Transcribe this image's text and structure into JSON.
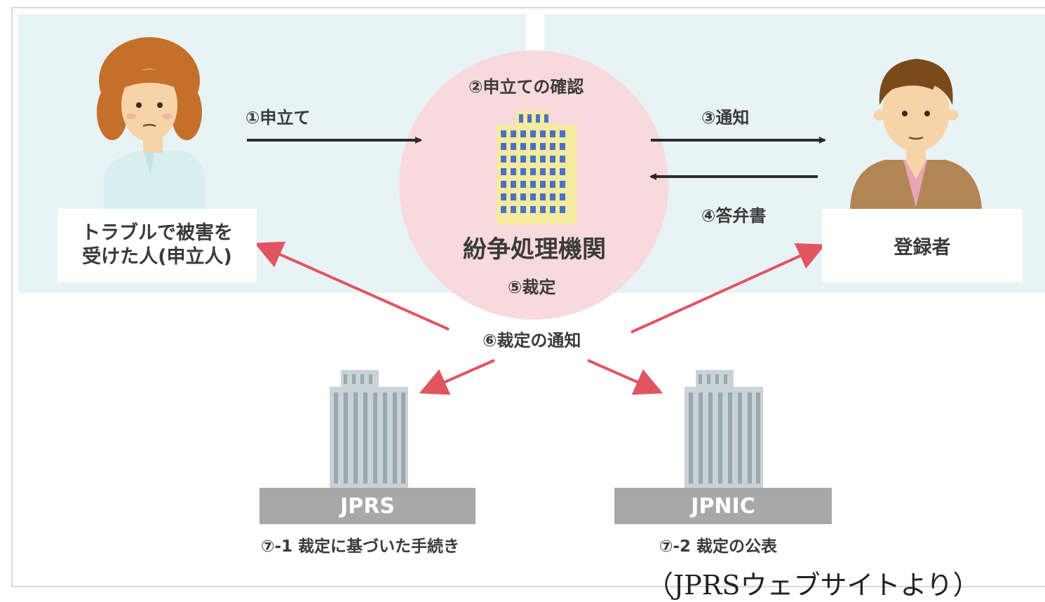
{
  "diagram": {
    "organization_label": "紛争処理機関",
    "steps": {
      "s1": "①申立て",
      "s2": "②申立ての確認",
      "s3": "③通知",
      "s4": "④答弁書",
      "s5": "⑤裁定",
      "s6": "⑥裁定の通知",
      "s7_1": "⑦-1 裁定に基づいた手続き",
      "s7_2": "⑦-2 裁定の公表"
    },
    "complainant": {
      "line1": "トラブルで被害を",
      "line2": "受けた人(申立人)"
    },
    "registrant": "登録者",
    "jprs": "JPRS",
    "jpnic": "JPNIC"
  },
  "caption": "（JPRSウェブサイトより）",
  "colors": {
    "panel": "#e8f3f5",
    "circle": "#f8d9dc",
    "red_arrow": "#e05560",
    "dark_arrow": "#2b2b2b",
    "building_gray": "#a8a8a8",
    "building_light": "#c9d3d8"
  }
}
